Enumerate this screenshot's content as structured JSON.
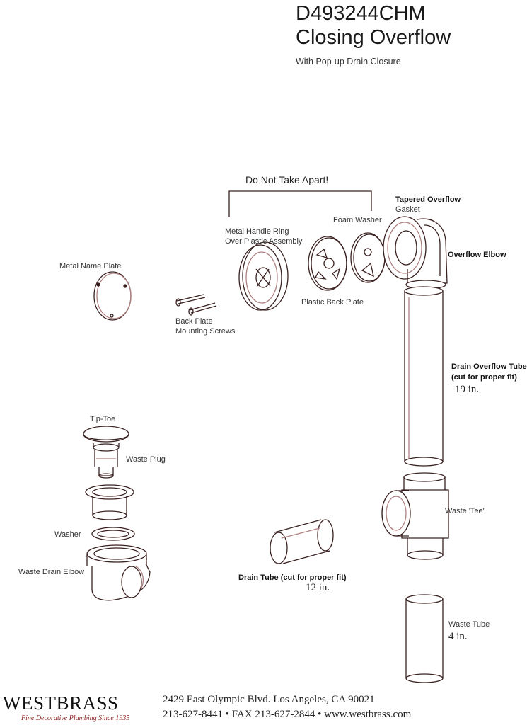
{
  "header": {
    "model": "D493244CHM",
    "title": "Closing Overflow",
    "subtitle": "With Pop-up Drain Closure"
  },
  "warning": "Do Not Take Apart!",
  "labels": {
    "metal_name_plate": "Metal Name Plate",
    "back_plate_screws_1": "Back Plate",
    "back_plate_screws_2": "Mounting Screws",
    "handle_ring_1": "Metal Handle Ring",
    "handle_ring_2": "Over Plastic Assembly",
    "foam_washer": "Foam Washer",
    "plastic_back_plate": "Plastic Back Plate",
    "tapered_overflow_1": "Tapered Overflow",
    "tapered_overflow_2": "Gasket",
    "overflow_elbow": "Overflow Elbow",
    "drain_overflow_tube_1": "Drain Overflow Tube",
    "drain_overflow_tube_2": "(cut for proper fit)",
    "drain_overflow_tube_len": "19 in.",
    "tip_toe": "Tip-Toe",
    "waste_plug": "Waste Plug",
    "washer": "Washer",
    "waste_drain_elbow": "Waste Drain Elbow",
    "waste_tee": "Waste 'Tee'",
    "drain_tube": "Drain Tube (cut for proper fit)",
    "drain_tube_len": "12 in.",
    "waste_tube": "Waste Tube",
    "waste_tube_len": "4 in."
  },
  "footer": {
    "brand": "WESTBRASS",
    "tagline": "Fine Decorative Plumbing Since 1935",
    "address": "2429 East Olympic Blvd. Los Angeles, CA  90021",
    "contact": "213-627-8441 • FAX 213-627-2844 • www.westbrass.com"
  },
  "colors": {
    "line": "#3a2020",
    "shade": "#b08080"
  }
}
